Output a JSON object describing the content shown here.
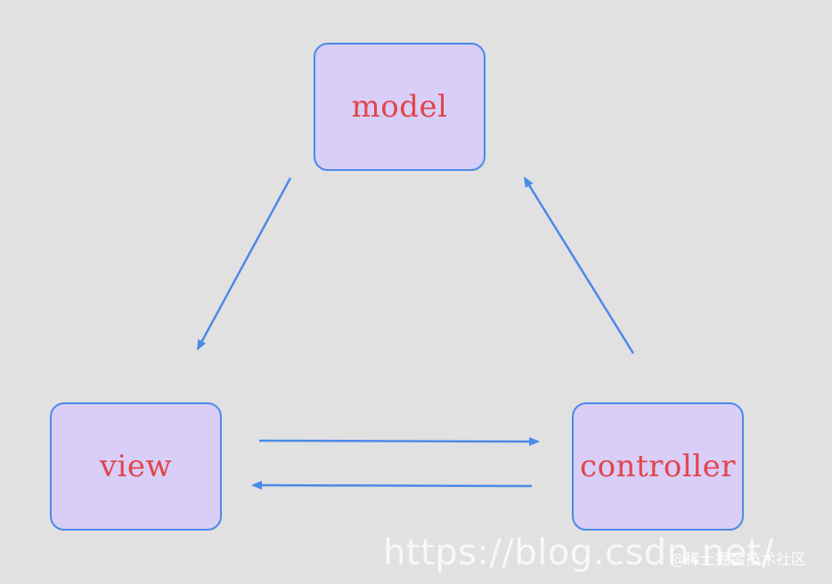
{
  "nodes": {
    "model": "model",
    "view": "view",
    "controller": "controller"
  },
  "edges": [
    {
      "from": "model",
      "to": "view"
    },
    {
      "from": "view",
      "to": "controller"
    },
    {
      "from": "controller",
      "to": "view"
    },
    {
      "from": "controller",
      "to": "model"
    }
  ],
  "watermark": {
    "url": "https://blog.csdn.net/",
    "site": "@稀土掘金技术社区"
  },
  "colors": {
    "background": "#e1e1e1",
    "node_fill": "#d8cef8",
    "node_border": "#4a8ae8",
    "label_text": "#e2454a",
    "arrow": "#4a8ae8"
  }
}
